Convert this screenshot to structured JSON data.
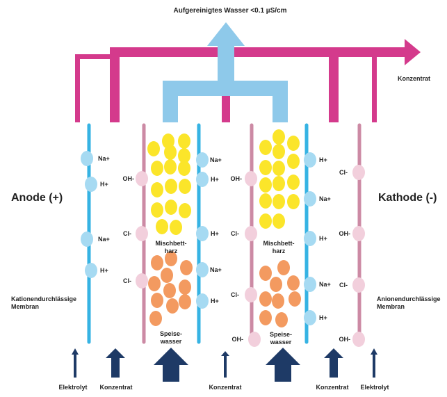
{
  "title": "Aufgereinigtes Wasser <0.1 µS/cm",
  "electrodes": {
    "anode": "Anode (+)",
    "cathode": "Kathode (-)"
  },
  "outputs": {
    "concentrate": "Konzentrat"
  },
  "membranes": {
    "cation": [
      "Kationendurchlässige",
      "Membran"
    ],
    "anion": [
      "Anionendurchlässige",
      "Membran"
    ]
  },
  "ions": {
    "col1": [
      "Na+",
      "H+",
      "Na+",
      "H+"
    ],
    "col2": [
      "OH-",
      "Cl-",
      "Cl-"
    ],
    "col3": [
      "Na+",
      "H+",
      "H+",
      "Na+",
      "H+"
    ],
    "col4": [
      "OH-",
      "Cl-",
      "Cl-",
      "OH-"
    ],
    "col5": [
      "H+",
      "Na+",
      "H+",
      "Na+",
      "H+"
    ],
    "col6": [
      "Cl-",
      "OH-",
      "Cl-",
      "OH-"
    ]
  },
  "resin": {
    "left": [
      "Mischbett-",
      "harz"
    ],
    "right": [
      "Mischbett-",
      "harz"
    ]
  },
  "feed": {
    "left": [
      "Speise-",
      "wasser"
    ],
    "right": [
      "Speise-",
      "wasser"
    ]
  },
  "inlets": [
    "Elektrolyt",
    "Konzentrat",
    "Konzentrat",
    "Konzentrat",
    "Elektrolyt"
  ],
  "colors": {
    "magenta": "#d43a8c",
    "lightblue": "#8ec9ea",
    "cationMembrane": "#36b3e3",
    "anionMembrane": "#cc8aa4",
    "navy": "#1e3a66",
    "yellow": "#fbe52a",
    "orange": "#f39a60"
  }
}
